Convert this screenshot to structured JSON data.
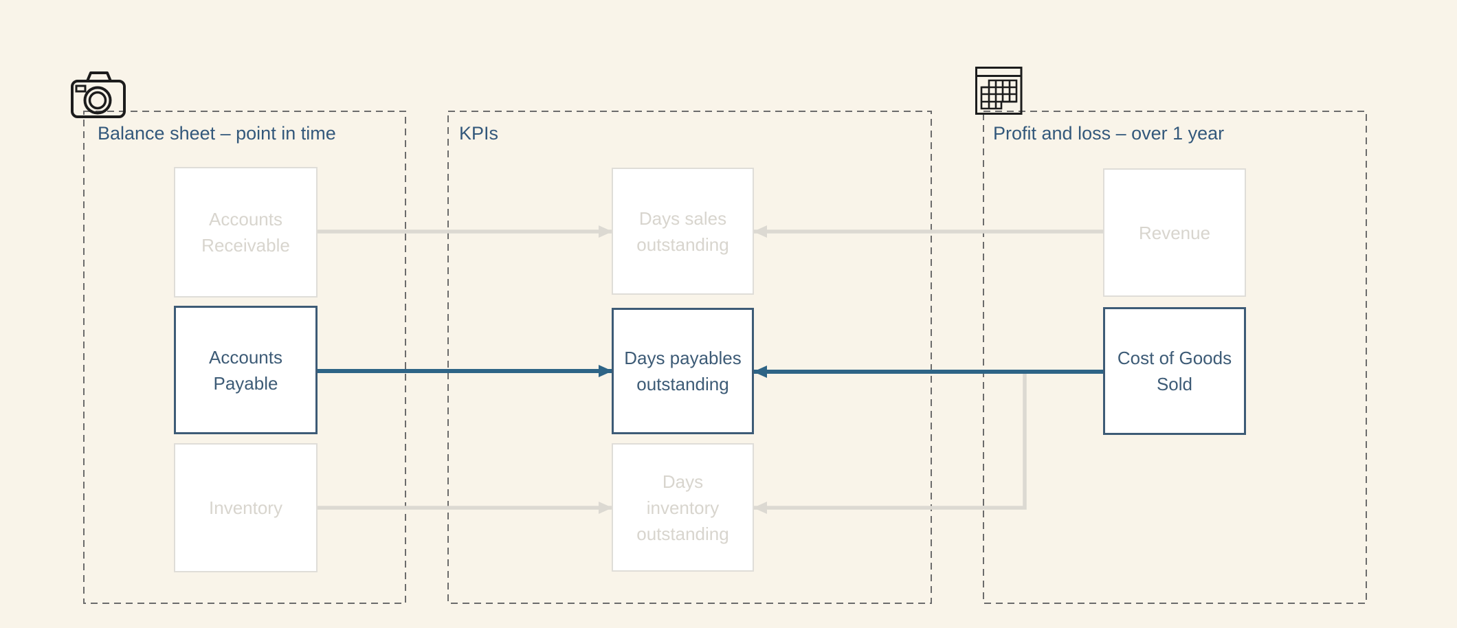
{
  "canvas": {
    "background": "#F9F4E9",
    "accent_color": "#2E6486",
    "active_color": "#3D5B76",
    "muted_color": "#DCD9D2",
    "group_border_color": "#6B6B6B",
    "title_color": "#33587B"
  },
  "groups": {
    "balance_sheet": {
      "label": "Balance sheet – point in time",
      "icon": "camera-icon"
    },
    "kpis": {
      "label": "KPIs"
    },
    "profit_and_loss": {
      "label": "Profit and loss – over 1 year",
      "icon": "spreadsheet-icon"
    }
  },
  "nodes": {
    "accounts_receivable": {
      "label": "Accounts\nReceivable",
      "group": "balance_sheet",
      "state": "muted"
    },
    "accounts_payable": {
      "label": "Accounts\nPayable",
      "group": "balance_sheet",
      "state": "active"
    },
    "inventory": {
      "label": "Inventory",
      "group": "balance_sheet",
      "state": "muted"
    },
    "days_sales_outstanding": {
      "label": "Days sales\noutstanding",
      "group": "kpis",
      "state": "muted"
    },
    "days_payables_outstanding": {
      "label": "Days payables\noutstanding",
      "group": "kpis",
      "state": "active"
    },
    "days_inventory_outstanding": {
      "label": "Days\ninventory\noutstanding",
      "group": "kpis",
      "state": "muted"
    },
    "revenue": {
      "label": "Revenue",
      "group": "profit_and_loss",
      "state": "muted"
    },
    "cost_of_goods_sold": {
      "label": "Cost of Goods\nSold",
      "group": "profit_and_loss",
      "state": "active"
    }
  },
  "connections": [
    {
      "from": "accounts_receivable",
      "to": "days_sales_outstanding",
      "state": "muted"
    },
    {
      "from": "revenue",
      "to": "days_sales_outstanding",
      "state": "muted"
    },
    {
      "from": "accounts_payable",
      "to": "days_payables_outstanding",
      "state": "active"
    },
    {
      "from": "cost_of_goods_sold",
      "to": "days_payables_outstanding",
      "state": "active"
    },
    {
      "from": "inventory",
      "to": "days_inventory_outstanding",
      "state": "muted"
    },
    {
      "from": "cost_of_goods_sold",
      "to": "days_inventory_outstanding",
      "state": "muted"
    }
  ]
}
